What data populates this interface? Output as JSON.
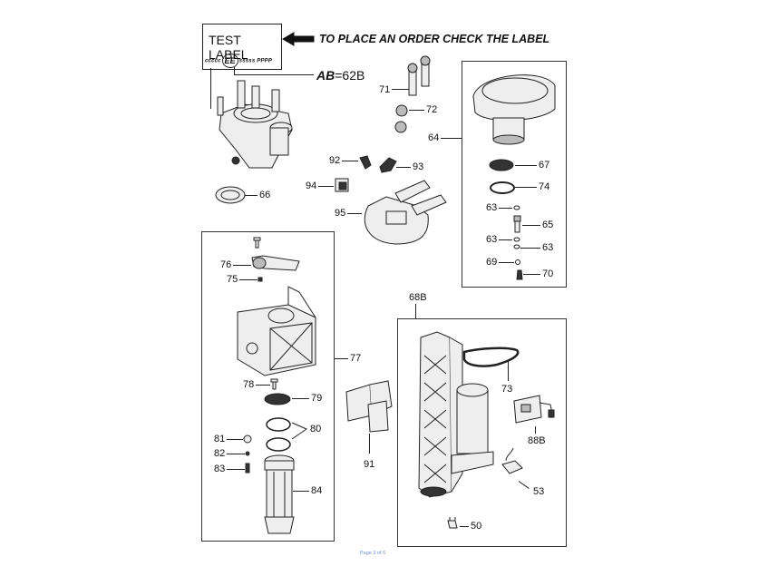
{
  "header": {
    "test_label": "TEST LABEL",
    "code_prefix": "ccccc",
    "code_circled": "EE",
    "code_suffix": "sssss PPPP",
    "order_instruction": "TO PLACE AN ORDER CHECK THE LABEL",
    "ab_key": "AB",
    "ab_value": "=62B"
  },
  "callouts": {
    "p66": "66",
    "p71": "71",
    "p72": "72",
    "p64": "64",
    "p92": "92",
    "p93": "93",
    "p94": "94",
    "p95": "95",
    "p67": "67",
    "p74": "74",
    "p63a": "63",
    "p65": "65",
    "p63b": "63",
    "p63c": "63",
    "p69": "69",
    "p70": "70",
    "p76": "76",
    "p75": "75",
    "p77": "77",
    "p78": "78",
    "p79": "79",
    "p80": "80",
    "p81": "81",
    "p82": "82",
    "p83": "83",
    "p84": "84",
    "p91": "91",
    "p68b": "68B",
    "p73": "73",
    "p88b": "88B",
    "p53": "53",
    "p50": "50"
  },
  "footer": {
    "page_text": "Page 3 of 6"
  },
  "colors": {
    "footer_text": "#6a8fc8",
    "line": "#222222"
  }
}
